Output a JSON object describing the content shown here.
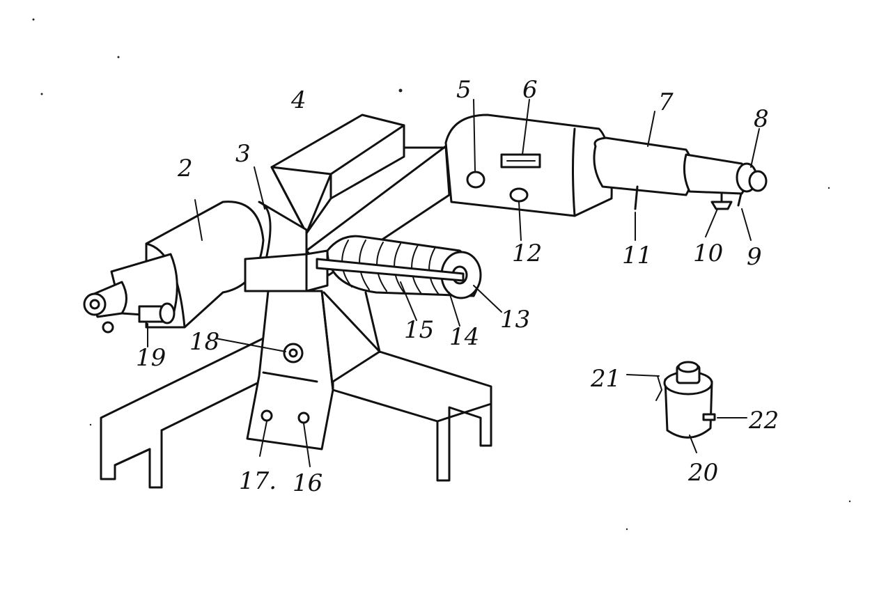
{
  "callouts": {
    "c1": "2",
    "c2": "3",
    "c3": "4",
    "c4": "5",
    "c5": "6",
    "c6": "7",
    "c7": "8",
    "c8": "9",
    "c9": "10",
    "c10": "11",
    "c11": "12",
    "c12": "13",
    "c13": "14",
    "c14": "15",
    "c15": "16",
    "c16": "17.",
    "c17": "18",
    "c18": "19",
    "c19": "20",
    "c20": "21",
    "c21": "22"
  },
  "colors": {
    "ink": "#111111",
    "paper": "#ffffff"
  }
}
